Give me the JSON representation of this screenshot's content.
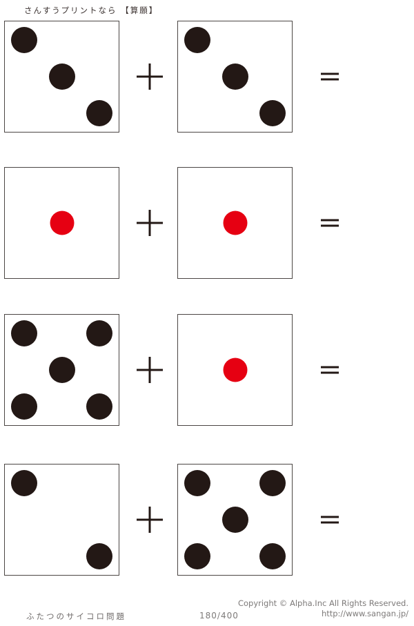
{
  "header": {
    "title": "さんすうプリントなら 【算願】"
  },
  "colors": {
    "pip_black": "#231815",
    "pip_red": "#e60012",
    "die_border": "#4a4543",
    "operator": "#231815",
    "header_text": "#3b3230",
    "footer_text": "#7d7a79"
  },
  "rows": [
    {
      "left_die": {
        "pips": 3,
        "pip_color": "#231815",
        "pip_layout": [
          "tl",
          "c",
          "br"
        ]
      },
      "operator": "+",
      "right_die": {
        "pips": 3,
        "pip_color": "#231815",
        "pip_layout": [
          "tl",
          "c",
          "br"
        ]
      },
      "equals": "="
    },
    {
      "left_die": {
        "pips": 1,
        "pip_color": "#e60012",
        "pip_layout": [
          "c"
        ]
      },
      "operator": "+",
      "right_die": {
        "pips": 1,
        "pip_color": "#e60012",
        "pip_layout": [
          "c"
        ]
      },
      "equals": "="
    },
    {
      "left_die": {
        "pips": 5,
        "pip_color": "#231815",
        "pip_layout": [
          "tl",
          "tr",
          "c",
          "bl",
          "br"
        ]
      },
      "operator": "+",
      "right_die": {
        "pips": 1,
        "pip_color": "#e60012",
        "pip_layout": [
          "c"
        ]
      },
      "equals": "="
    },
    {
      "left_die": {
        "pips": 2,
        "pip_color": "#231815",
        "pip_layout": [
          "tl",
          "br"
        ]
      },
      "operator": "+",
      "right_die": {
        "pips": 5,
        "pip_color": "#231815",
        "pip_layout": [
          "tl",
          "tr",
          "c",
          "bl",
          "br"
        ]
      },
      "equals": "="
    }
  ],
  "footer": {
    "left": "ふたつのサイコロ問題",
    "page_number": "180/400",
    "copyright": "Copyright ©  Alpha.Inc All Rights Reserved.",
    "url": "http://www.sangan.jp/"
  }
}
